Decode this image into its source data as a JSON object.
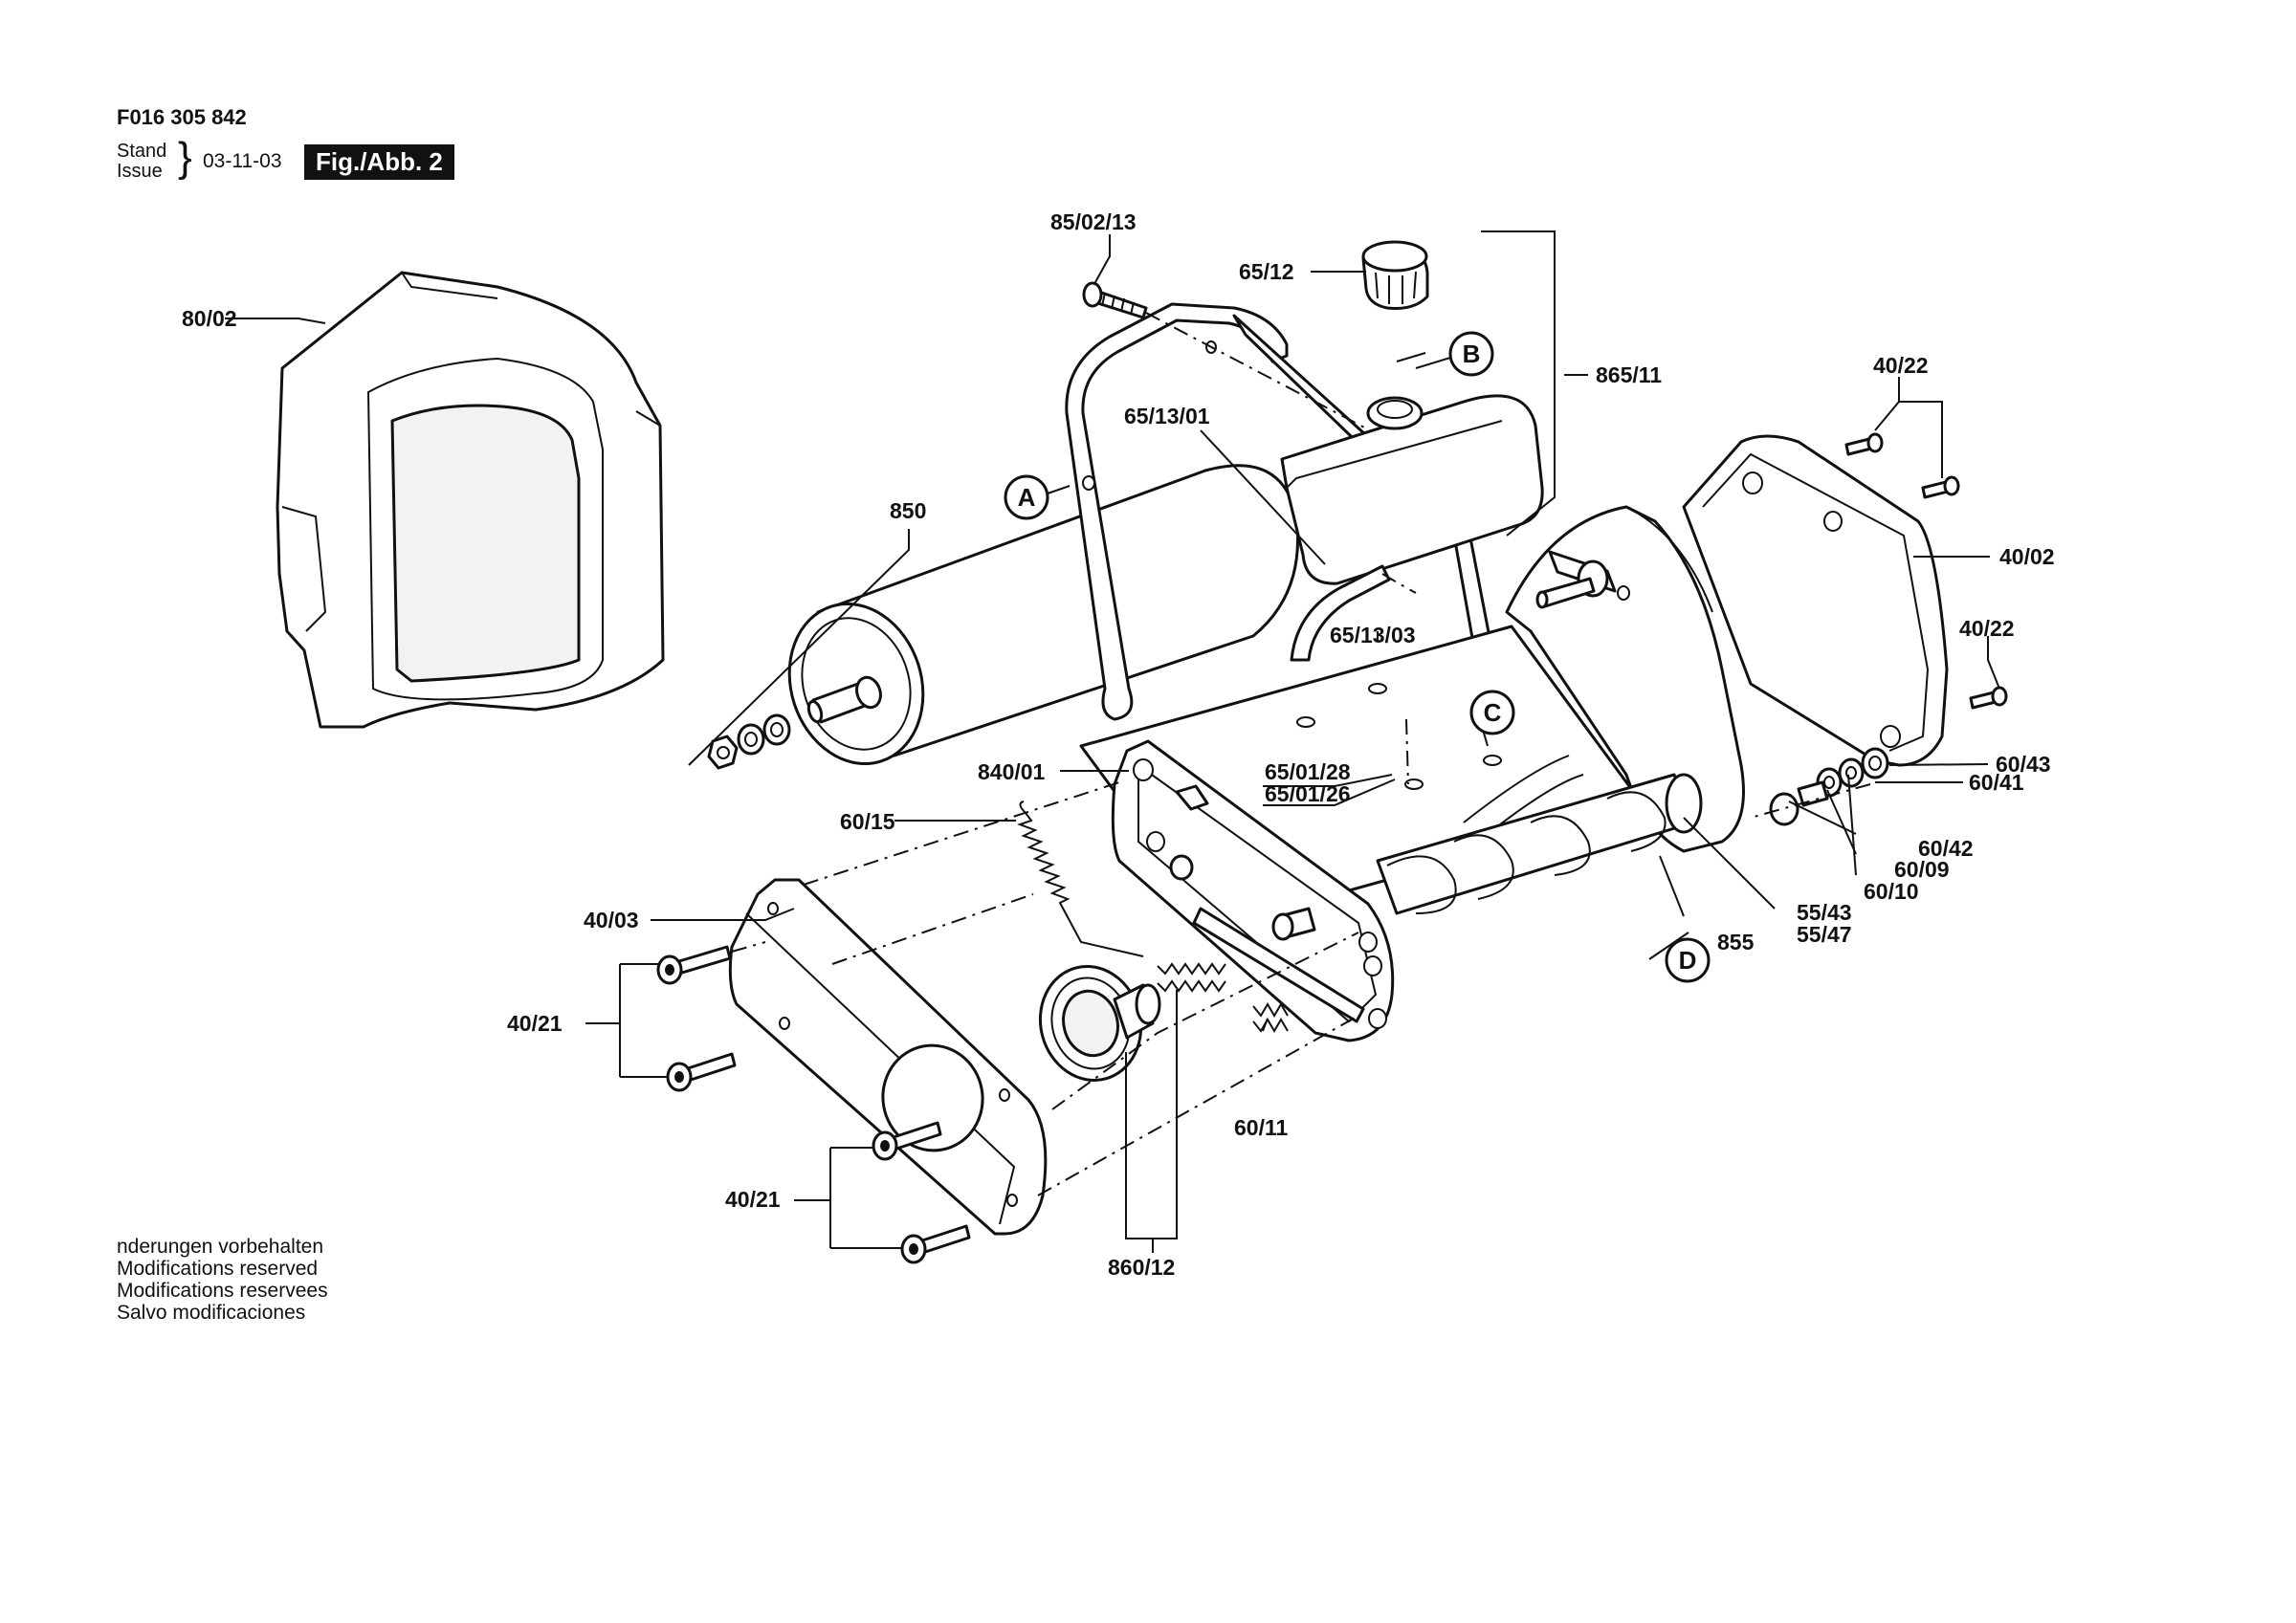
{
  "header": {
    "doc_number": "F016 305 842",
    "stand_label": "Stand",
    "issue_label": "Issue",
    "date": "03-11-03",
    "figure": "Fig./Abb. 2"
  },
  "footer": {
    "lines": [
      "nderungen vorbehalten",
      "Modifications reserved",
      "Modifications reservees",
      "Salvo modificaciones"
    ]
  },
  "callouts": {
    "c80_02": "80/02",
    "c85_02_13": "85/02/13",
    "c65_12": "65/12",
    "c865_11": "865/11",
    "c40_22_top": "40/22",
    "c65_13_01": "65/13/01",
    "c850": "850",
    "c40_02": "40/02",
    "c65_13_03": "65/13/03",
    "c40_22_right": "40/22",
    "c840_01": "840/01",
    "c65_01_28": "65/01/28",
    "c65_01_26": "65/01/26",
    "c60_43": "60/43",
    "c60_41": "60/41",
    "c60_15": "60/15",
    "c60_42": "60/42",
    "c60_09": "60/09",
    "c60_10": "60/10",
    "c40_03": "40/03",
    "c55_43": "55/43",
    "c55_47": "55/47",
    "c855": "855",
    "c40_21_left": "40/21",
    "c60_11": "60/11",
    "c40_21_bottom": "40/21",
    "c860_12": "860/12"
  },
  "refs": {
    "a": "A",
    "b": "B",
    "c": "C",
    "d": "D"
  }
}
